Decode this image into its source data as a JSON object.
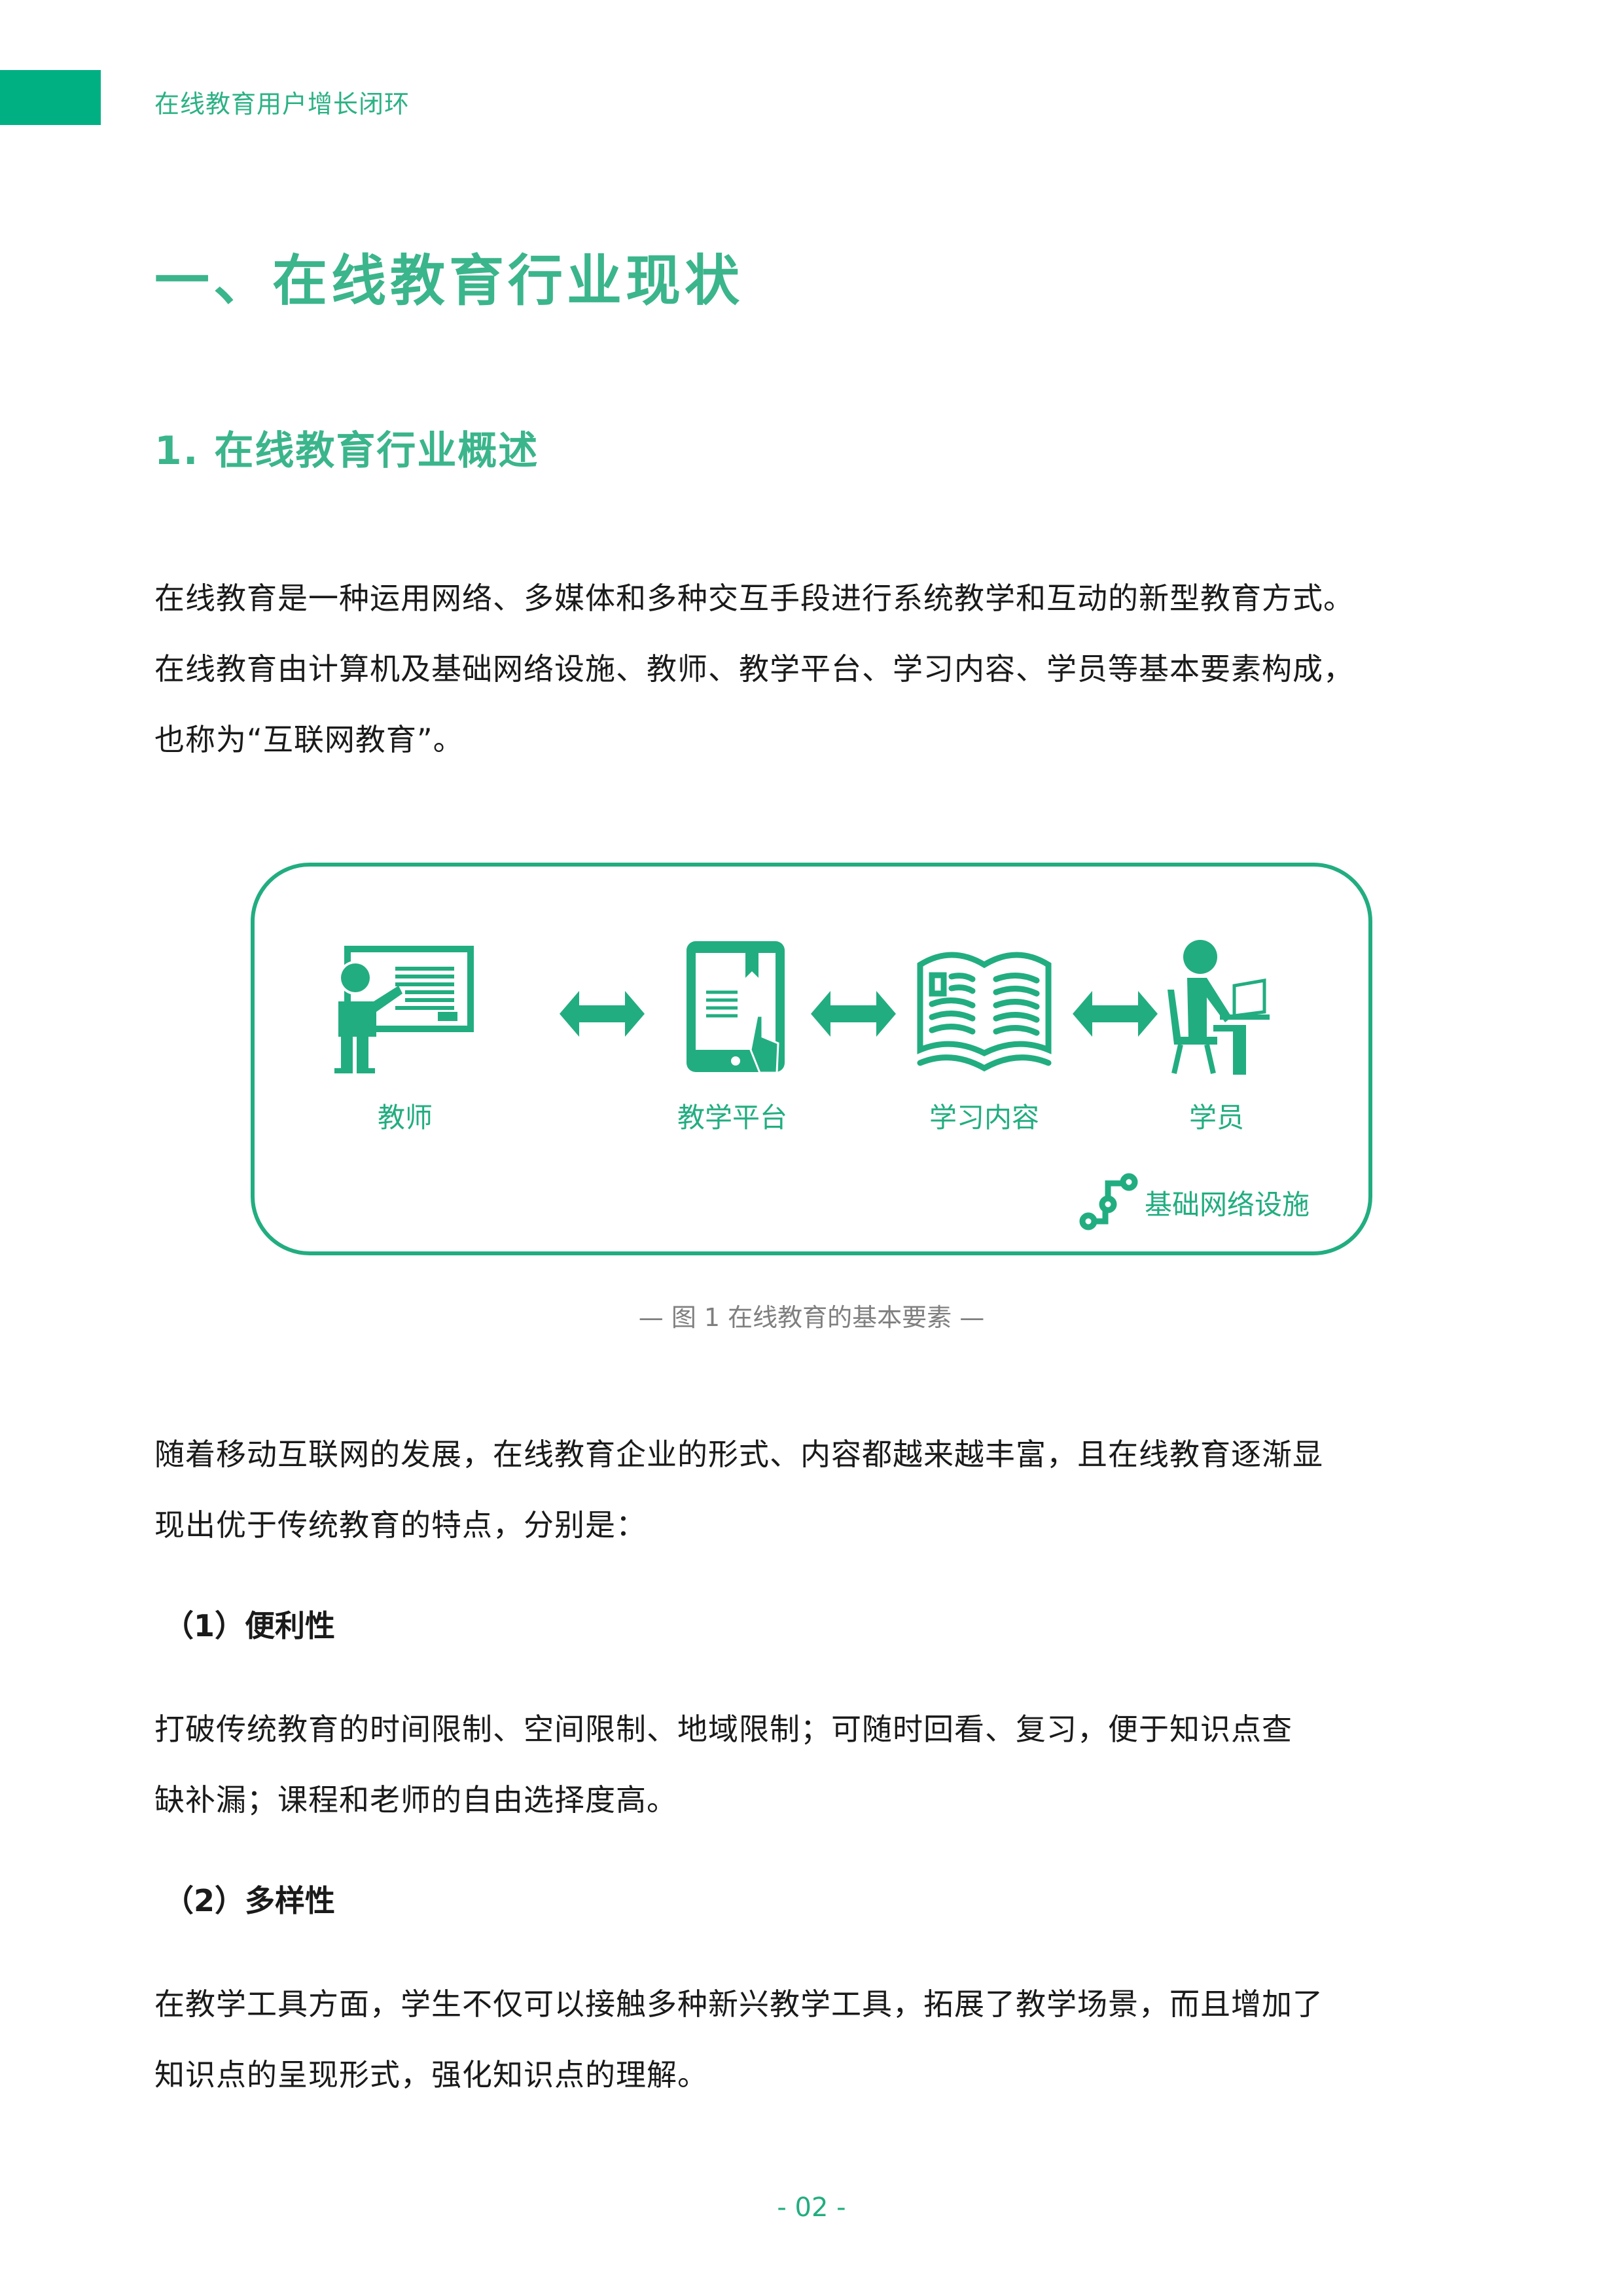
{
  "header": {
    "title": "在线教育用户增长闭环",
    "accent_color": "#00b083"
  },
  "section": {
    "title": "一、在线教育行业现状"
  },
  "subsection": {
    "title": "1. 在线教育行业概述"
  },
  "intro": {
    "lines": [
      "在线教育是一种运用网络、多媒体和多种交互手段进行系统教学和互动的新型教育方式。",
      "在线教育由计算机及基础网络设施、教师、教学平台、学习内容、学员等基本要素构成，",
      "也称为“互联网教育”。"
    ]
  },
  "figure": {
    "nodes": [
      {
        "label": "教师",
        "icon": "teacher-icon"
      },
      {
        "label": "教学平台",
        "icon": "tablet-icon"
      },
      {
        "label": "学习内容",
        "icon": "book-icon"
      },
      {
        "label": "学员",
        "icon": "student-icon"
      }
    ],
    "infrastructure_label": "基础网络设施",
    "infrastructure_icon": "network-icon",
    "caption": "— 图 1 在线教育的基本要素 —",
    "color": "#22ad80"
  },
  "features_intro": {
    "lines": [
      "随着移动互联网的发展，在线教育企业的形式、内容都越来越丰富，且在线教育逐渐显",
      "现出优于传统教育的特点，分别是："
    ]
  },
  "features": [
    {
      "title": "（1）便利性",
      "lines": [
        "打破传统教育的时间限制、空间限制、地域限制；可随时回看、复习，便于知识点查",
        "缺补漏；课程和老师的自由选择度高。"
      ]
    },
    {
      "title": "（2）多样性",
      "lines": [
        "在教学工具方面，学生不仅可以接触多种新兴教学工具，拓展了教学场景，而且增加了",
        "知识点的呈现形式，强化知识点的理解。"
      ]
    }
  ],
  "footer": {
    "page_number": "- 02 -"
  }
}
